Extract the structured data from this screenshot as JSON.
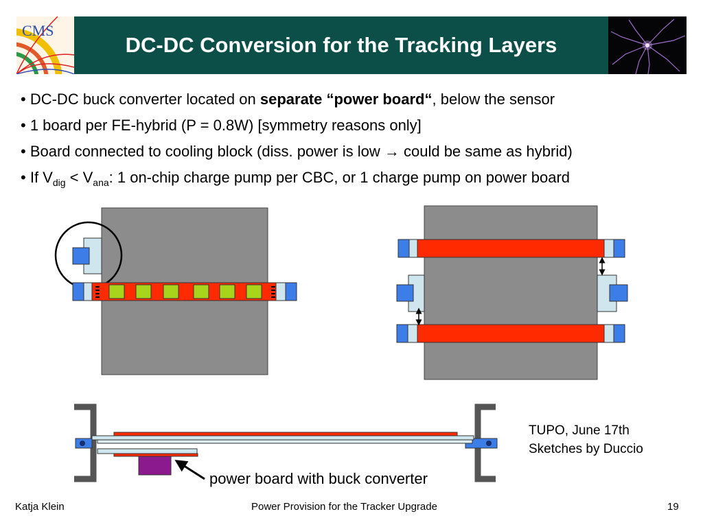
{
  "header": {
    "title": "DC-DC Conversion for the Tracking Layers",
    "logo_left_text": "CMS",
    "logo_left_icon": "cms-logo-icon",
    "logo_right_icon": "plasma-discharge-image"
  },
  "bullets": [
    {
      "bullet": "•",
      "pre": "DC-DC buck converter located on ",
      "bold": "separate “power board“",
      "post": ", below the sensor"
    },
    {
      "bullet": "•",
      "text": "1 board per FE-hybrid (P = 0.8W) [symmetry reasons only]"
    },
    {
      "bullet": "•",
      "pre": "Board connected to cooling block (diss. power is low ",
      "arrow": "→",
      "post": " could be same as hybrid)"
    },
    {
      "bullet": "•",
      "pre": "If V",
      "sub1": "dig",
      "mid": " < V",
      "sub2": "ana",
      "post": ": 1 on-chip charge pump per CBC, or 1 charge pump on power board"
    }
  ],
  "diagram": {
    "caption": "power board with buck converter",
    "colors": {
      "sensor": "#8c8c8c",
      "hybrid": "#ff2a00",
      "chip": "#a8d51c",
      "connector_blue": "#3d7de8",
      "connector_light": "#cfe6ef",
      "power_board": "#8b1a8e",
      "bracket": "#555555"
    }
  },
  "note": {
    "line1": "TUPO, June 17th",
    "line2": "Sketches by Duccio"
  },
  "footer": {
    "author": "Katja Klein",
    "talk": "Power Provision for the Tracker Upgrade",
    "page": "19"
  }
}
